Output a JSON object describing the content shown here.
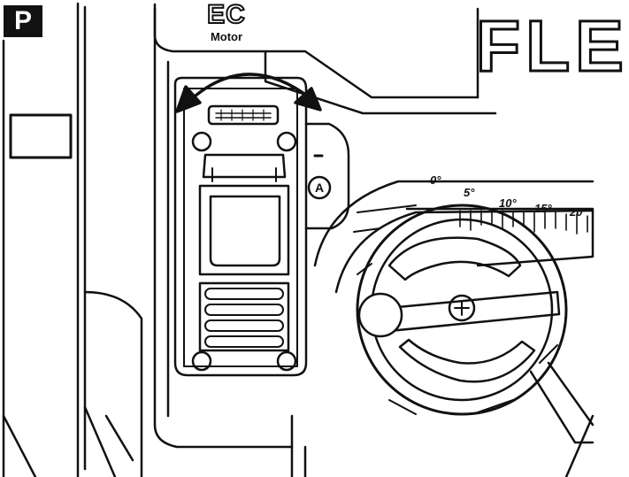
{
  "panel_label": "P",
  "motor_badge": {
    "main": "EC",
    "sub": "Motor"
  },
  "brand_text": "FLE",
  "lever_marker": "A",
  "bevel_scale": [
    "0°",
    "5°",
    "10°",
    "15°",
    "20°"
  ],
  "colors": {
    "line": "#111111",
    "background": "#ffffff"
  }
}
